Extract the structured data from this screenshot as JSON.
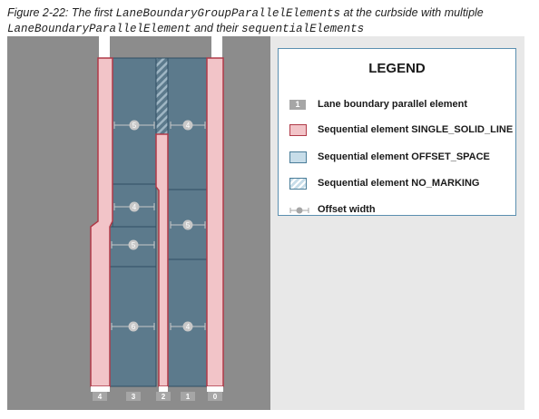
{
  "caption": {
    "prefix": "Figure 2-22: The first ",
    "term1": "LaneBoundaryGroupParallelElements",
    "mid1": " at the curbside with multiple",
    "term2": "LaneBoundaryParallelElement",
    "mid2": " and their ",
    "term3": "sequentialElements"
  },
  "legend": {
    "title": "LEGEND",
    "items": [
      {
        "symbol": "badge",
        "badge_text": "1",
        "label": "Lane boundary parallel element"
      },
      {
        "symbol": "single-solid-line",
        "label": "Sequential element SINGLE_SOLID_LINE"
      },
      {
        "symbol": "offset-space",
        "label": "Sequential element OFFSET_SPACE"
      },
      {
        "symbol": "no-marking",
        "label": "Sequential element NO_MARKING"
      },
      {
        "symbol": "offset-width",
        "label": "Offset width"
      }
    ]
  },
  "diagram": {
    "offset_labels": [
      "5",
      "4",
      "4",
      "5",
      "5",
      "6",
      "4"
    ],
    "bottom_badges": [
      "4",
      "3",
      "2",
      "1",
      "0"
    ]
  },
  "colors": {
    "road": "#8c8c8c",
    "offset_fill": "#5c7a8c",
    "offset_stroke": "#2f4f63",
    "solid_fill": "#f2c4c8",
    "solid_stroke": "#b03a48",
    "badge": "#a6a6a6"
  }
}
